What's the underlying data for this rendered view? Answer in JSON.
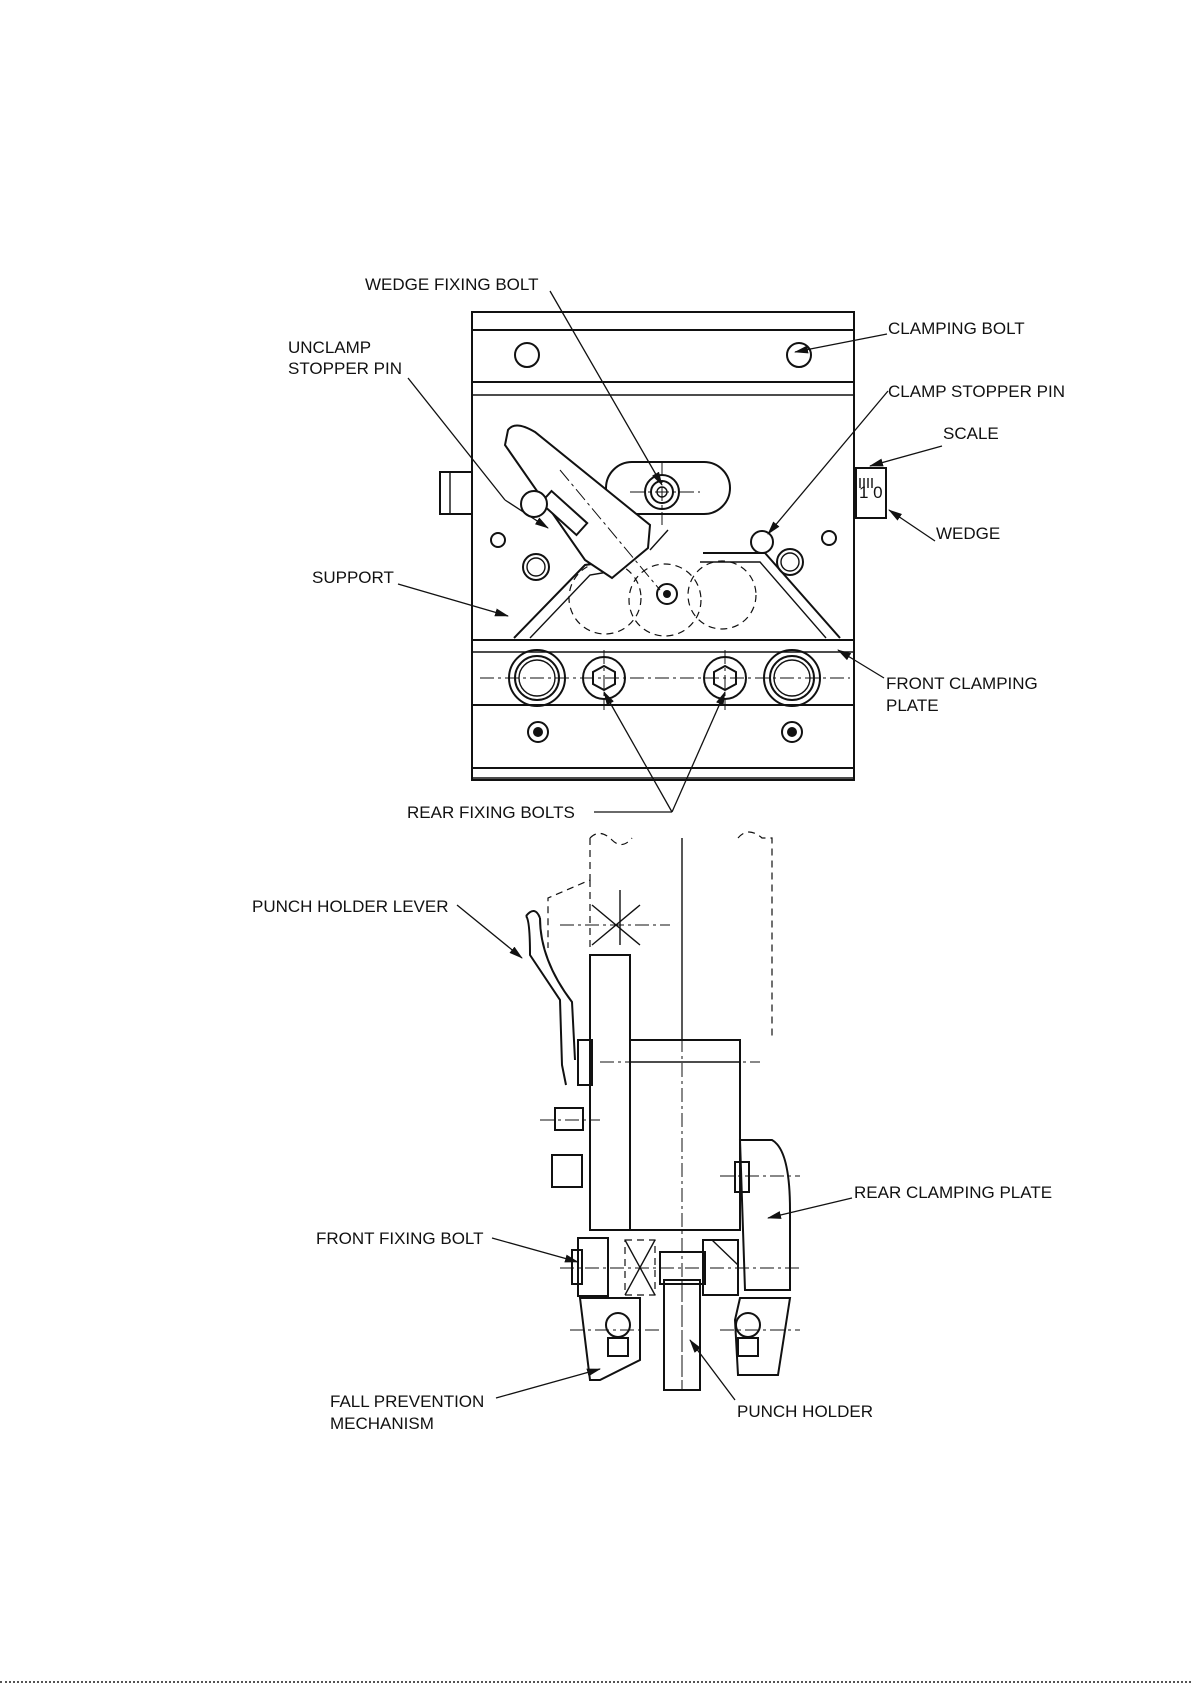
{
  "labels": {
    "wedge_fixing_bolt": "WEDGE FIXING BOLT",
    "clamping_bolt": "CLAMPING BOLT",
    "unclamp_stopper_pin_1": "UNCLAMP",
    "unclamp_stopper_pin_2": "STOPPER PIN",
    "clamp_stopper_pin": "CLAMP STOPPER PIN",
    "scale": "SCALE",
    "wedge": "WEDGE",
    "support": "SUPPORT",
    "front_clamping_plate_1": "FRONT CLAMPING",
    "front_clamping_plate_2": "PLATE",
    "rear_fixing_bolts": "REAR FIXING BOLTS",
    "punch_holder_lever": "PUNCH HOLDER LEVER",
    "rear_clamping_plate": "REAR CLAMPING PLATE",
    "front_fixing_bolt": "FRONT FIXING BOLT",
    "fall_prevention_1": "FALL PREVENTION",
    "fall_prevention_2": "MECHANISM",
    "punch_holder": "PUNCH HOLDER",
    "scale_marking": "1 0"
  }
}
